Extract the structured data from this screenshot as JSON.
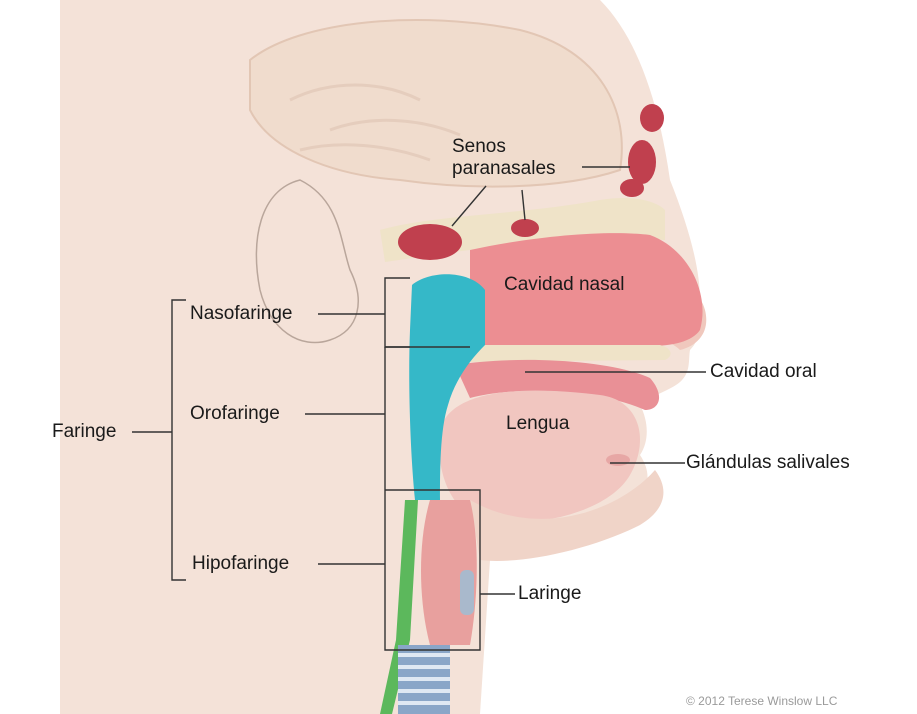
{
  "labels": {
    "senos_line1": "Senos",
    "senos_line2": "paranasales",
    "cavidad_nasal": "Cavidad nasal",
    "nasofaringe": "Nasofaringe",
    "cavidad_oral": "Cavidad oral",
    "faringe": "Faringe",
    "orofaringe": "Orofaringe",
    "lengua": "Lengua",
    "glandulas_salivales": "Glándulas salivales",
    "hipofaringe": "Hipofaringe",
    "laringe": "Laringe"
  },
  "credit": "© 2012 Terese Winslow LLC",
  "colors": {
    "skin": "#f3ddd2",
    "skin_shadow": "#ecc9bb",
    "pharynx_blue": "#35b8c8",
    "nasal_pink": "#ec8e92",
    "sinus_red": "#c0404e",
    "tongue": "#f1c6c0",
    "esophagus_green": "#5cb85c",
    "trachea_blue": "#8aa6c8",
    "leader_line": "#333333"
  }
}
